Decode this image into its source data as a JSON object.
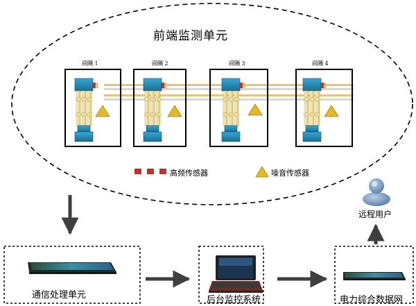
{
  "front_end": {
    "title": "前端监测单元",
    "bays": [
      {
        "label": "间隔 1"
      },
      {
        "label": "间隔 2"
      },
      {
        "label": "间隔 3"
      },
      {
        "label": "间隔 4"
      }
    ]
  },
  "legend": {
    "hf_sensor": "高频传感器",
    "noise_sensor": "噪音传感器"
  },
  "units": {
    "comm": "通信处理单元",
    "backend": "后台监控系统",
    "network": "电力综合数据网"
  },
  "user": {
    "label": "远程用户"
  },
  "colors": {
    "breaker_blue": "#1e8ab5",
    "insulator_cream": "#f2e6a6",
    "hf_sensor_red": "#c0302e",
    "noise_sensor_yellow": "#e8b820",
    "arrow_gray": "#3f3f3f",
    "busbar_tan": "#e8c37a"
  },
  "icons": [
    "laptop-icon",
    "router-icon",
    "user-icon",
    "triangle-sensor-icon",
    "hf-sensor-icon"
  ]
}
